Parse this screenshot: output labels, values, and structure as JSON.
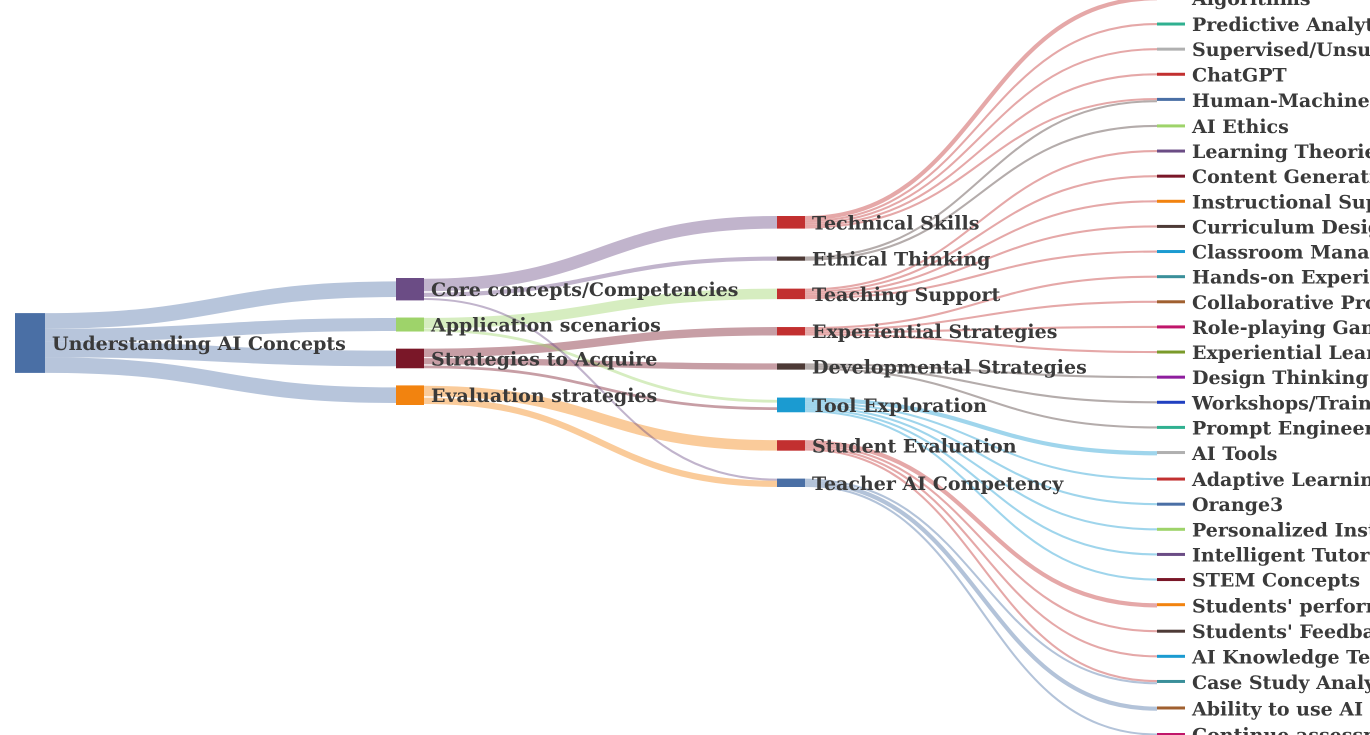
{
  "chart_data": {
    "type": "sankey",
    "nodes": [
      {
        "id": "root",
        "label": "Understanding AI Concepts",
        "level": 0,
        "color": "#4a6fa5"
      },
      {
        "id": "core",
        "label": "Core concepts/Competencies",
        "level": 1,
        "color": "#6b4c85"
      },
      {
        "id": "app",
        "label": "Application scenarios",
        "level": 1,
        "color": "#9ed36a"
      },
      {
        "id": "strat",
        "label": "Strategies to Acquire",
        "level": 1,
        "color": "#7a1728"
      },
      {
        "id": "eval",
        "label": "Evaluation strategies",
        "level": 1,
        "color": "#f2830f"
      },
      {
        "id": "tech",
        "label": "Technical Skills",
        "level": 2,
        "color": "#c23030"
      },
      {
        "id": "ethical",
        "label": "Ethical Thinking",
        "level": 2,
        "color": "#4d3a36"
      },
      {
        "id": "teach",
        "label": "Teaching Support",
        "level": 2,
        "color": "#c23030"
      },
      {
        "id": "exper",
        "label": "Experiential Strategies",
        "level": 2,
        "color": "#c23030"
      },
      {
        "id": "devel",
        "label": "Developmental Strategies",
        "level": 2,
        "color": "#4d3a36"
      },
      {
        "id": "tool",
        "label": "Tool Exploration",
        "level": 2,
        "color": "#1b9bd1"
      },
      {
        "id": "stueval",
        "label": "Student Evaluation",
        "level": 2,
        "color": "#c23030"
      },
      {
        "id": "teachcomp",
        "label": "Teacher AI Competency",
        "level": 2,
        "color": "#4a6fa5"
      },
      {
        "id": "l_algo",
        "label": "Algorithms",
        "level": 3
      },
      {
        "id": "l_pred",
        "label": "Predictive Analytic",
        "level": 3
      },
      {
        "id": "l_sup",
        "label": "Supervised/Unsupe",
        "level": 3
      },
      {
        "id": "l_chat",
        "label": "ChatGPT",
        "level": 3
      },
      {
        "id": "l_hmc",
        "label": "Human-Machine C",
        "level": 3
      },
      {
        "id": "l_aieth",
        "label": "AI Ethics",
        "level": 3
      },
      {
        "id": "l_learnth",
        "label": "Learning Theories",
        "level": 3
      },
      {
        "id": "l_content",
        "label": "Content Generatio",
        "level": 3
      },
      {
        "id": "l_instr",
        "label": "Instructional Supp",
        "level": 3
      },
      {
        "id": "l_curr",
        "label": "Curriculum Design",
        "level": 3
      },
      {
        "id": "l_class",
        "label": "Classroom Manage",
        "level": 3
      },
      {
        "id": "l_hands",
        "label": "Hands-on Experien",
        "level": 3
      },
      {
        "id": "l_collab",
        "label": "Collaborative Proj",
        "level": 3
      },
      {
        "id": "l_role",
        "label": "Role-playing Game",
        "level": 3
      },
      {
        "id": "l_explearn",
        "label": "Experiential Learn",
        "level": 3
      },
      {
        "id": "l_design",
        "label": "Design Thinking",
        "level": 3
      },
      {
        "id": "l_work",
        "label": "Workshops/Trainin",
        "level": 3
      },
      {
        "id": "l_prompt",
        "label": "Prompt Engineerin",
        "level": 3
      },
      {
        "id": "l_aitools",
        "label": "AI Tools",
        "level": 3
      },
      {
        "id": "l_adapt",
        "label": "Adaptive Learning",
        "level": 3
      },
      {
        "id": "l_orange",
        "label": "Orange3",
        "level": 3
      },
      {
        "id": "l_person",
        "label": "Personalized Instru",
        "level": 3
      },
      {
        "id": "l_intel",
        "label": "Intelligent Tutoring",
        "level": 3
      },
      {
        "id": "l_stem",
        "label": "STEM Concepts",
        "level": 3
      },
      {
        "id": "l_perf",
        "label": "Students' performa",
        "level": 3
      },
      {
        "id": "l_feed",
        "label": "Students' Feedback",
        "level": 3
      },
      {
        "id": "l_know",
        "label": "AI Knowledge Test",
        "level": 3
      },
      {
        "id": "l_case",
        "label": "Case Study Analysi",
        "level": 3
      },
      {
        "id": "l_ability",
        "label": "Ability to use AI in",
        "level": 3
      },
      {
        "id": "l_cont",
        "label": "Continue assessmen",
        "level": 3
      }
    ],
    "links": [
      {
        "source": "root",
        "target": "core",
        "value": 6
      },
      {
        "source": "root",
        "target": "app",
        "value": 5
      },
      {
        "source": "root",
        "target": "strat",
        "value": 6
      },
      {
        "source": "root",
        "target": "eval",
        "value": 6
      },
      {
        "source": "core",
        "target": "tech",
        "value": 5
      },
      {
        "source": "core",
        "target": "ethical",
        "value": 2
      },
      {
        "source": "core",
        "target": "teachcomp",
        "value": 1
      },
      {
        "source": "app",
        "target": "teach",
        "value": 4
      },
      {
        "source": "app",
        "target": "tool",
        "value": 1
      },
      {
        "source": "strat",
        "target": "exper",
        "value": 3
      },
      {
        "source": "strat",
        "target": "devel",
        "value": 3
      },
      {
        "source": "strat",
        "target": "tool",
        "value": 1
      },
      {
        "source": "eval",
        "target": "stueval",
        "value": 4
      },
      {
        "source": "eval",
        "target": "teachcomp",
        "value": 3
      },
      {
        "source": "tech",
        "target": "l_algo",
        "value": 2
      },
      {
        "source": "tech",
        "target": "l_pred",
        "value": 1
      },
      {
        "source": "tech",
        "target": "l_sup",
        "value": 1
      },
      {
        "source": "tech",
        "target": "l_chat",
        "value": 1
      },
      {
        "source": "tech",
        "target": "l_hmc",
        "value": 1
      },
      {
        "source": "ethical",
        "target": "l_aieth",
        "value": 1
      },
      {
        "source": "ethical",
        "target": "l_hmc",
        "value": 1
      },
      {
        "source": "teach",
        "target": "l_learnth",
        "value": 1
      },
      {
        "source": "teach",
        "target": "l_content",
        "value": 1
      },
      {
        "source": "teach",
        "target": "l_instr",
        "value": 1
      },
      {
        "source": "teach",
        "target": "l_curr",
        "value": 1
      },
      {
        "source": "teach",
        "target": "l_class",
        "value": 1
      },
      {
        "source": "exper",
        "target": "l_hands",
        "value": 1
      },
      {
        "source": "exper",
        "target": "l_collab",
        "value": 1
      },
      {
        "source": "exper",
        "target": "l_role",
        "value": 1
      },
      {
        "source": "exper",
        "target": "l_explearn",
        "value": 1
      },
      {
        "source": "devel",
        "target": "l_design",
        "value": 1
      },
      {
        "source": "devel",
        "target": "l_work",
        "value": 1
      },
      {
        "source": "devel",
        "target": "l_prompt",
        "value": 1
      },
      {
        "source": "tool",
        "target": "l_aitools",
        "value": 2
      },
      {
        "source": "tool",
        "target": "l_adapt",
        "value": 1
      },
      {
        "source": "tool",
        "target": "l_orange",
        "value": 1
      },
      {
        "source": "tool",
        "target": "l_person",
        "value": 1
      },
      {
        "source": "tool",
        "target": "l_intel",
        "value": 1
      },
      {
        "source": "tool",
        "target": "l_stem",
        "value": 1
      },
      {
        "source": "stueval",
        "target": "l_perf",
        "value": 2
      },
      {
        "source": "stueval",
        "target": "l_feed",
        "value": 1
      },
      {
        "source": "stueval",
        "target": "l_know",
        "value": 1
      },
      {
        "source": "stueval",
        "target": "l_case",
        "value": 1
      },
      {
        "source": "teachcomp",
        "target": "l_ability",
        "value": 2
      },
      {
        "source": "teachcomp",
        "target": "l_cont",
        "value": 1
      },
      {
        "source": "teachcomp",
        "target": "l_case",
        "value": 1
      }
    ],
    "palette": [
      "#c23030",
      "#4a6fa5",
      "#9ed36a",
      "#6b4c85",
      "#7a1728",
      "#f2830f",
      "#4d3a36",
      "#1b9bd1",
      "#3a8f9a",
      "#a06030",
      "#c0166a",
      "#7a9a2a",
      "#8e1d9e",
      "#2040c0",
      "#30b090",
      "#b0b0b0"
    ]
  }
}
